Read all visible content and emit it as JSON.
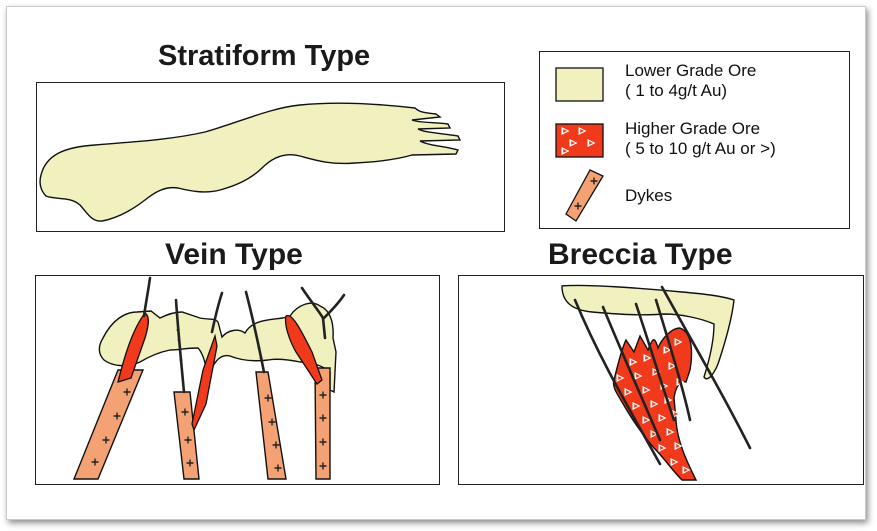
{
  "titles": {
    "stratiform": "Stratiform Type",
    "vein": "Vein Type",
    "breccia": "Breccia Type"
  },
  "legend": {
    "items": [
      {
        "line1": "Lower Grade Ore",
        "line2": "( 1 to 4g/t Au)"
      },
      {
        "line1": "Higher Grade Ore",
        "line2": "( 5 to 10 g/t Au or >)"
      },
      {
        "line1": "Dykes",
        "line2": ""
      }
    ]
  },
  "colors": {
    "lower_grade_ore": "#f1f0bf",
    "higher_grade_ore": "#f13a1c",
    "dyke": "#f4a274",
    "outline": "#111111"
  }
}
